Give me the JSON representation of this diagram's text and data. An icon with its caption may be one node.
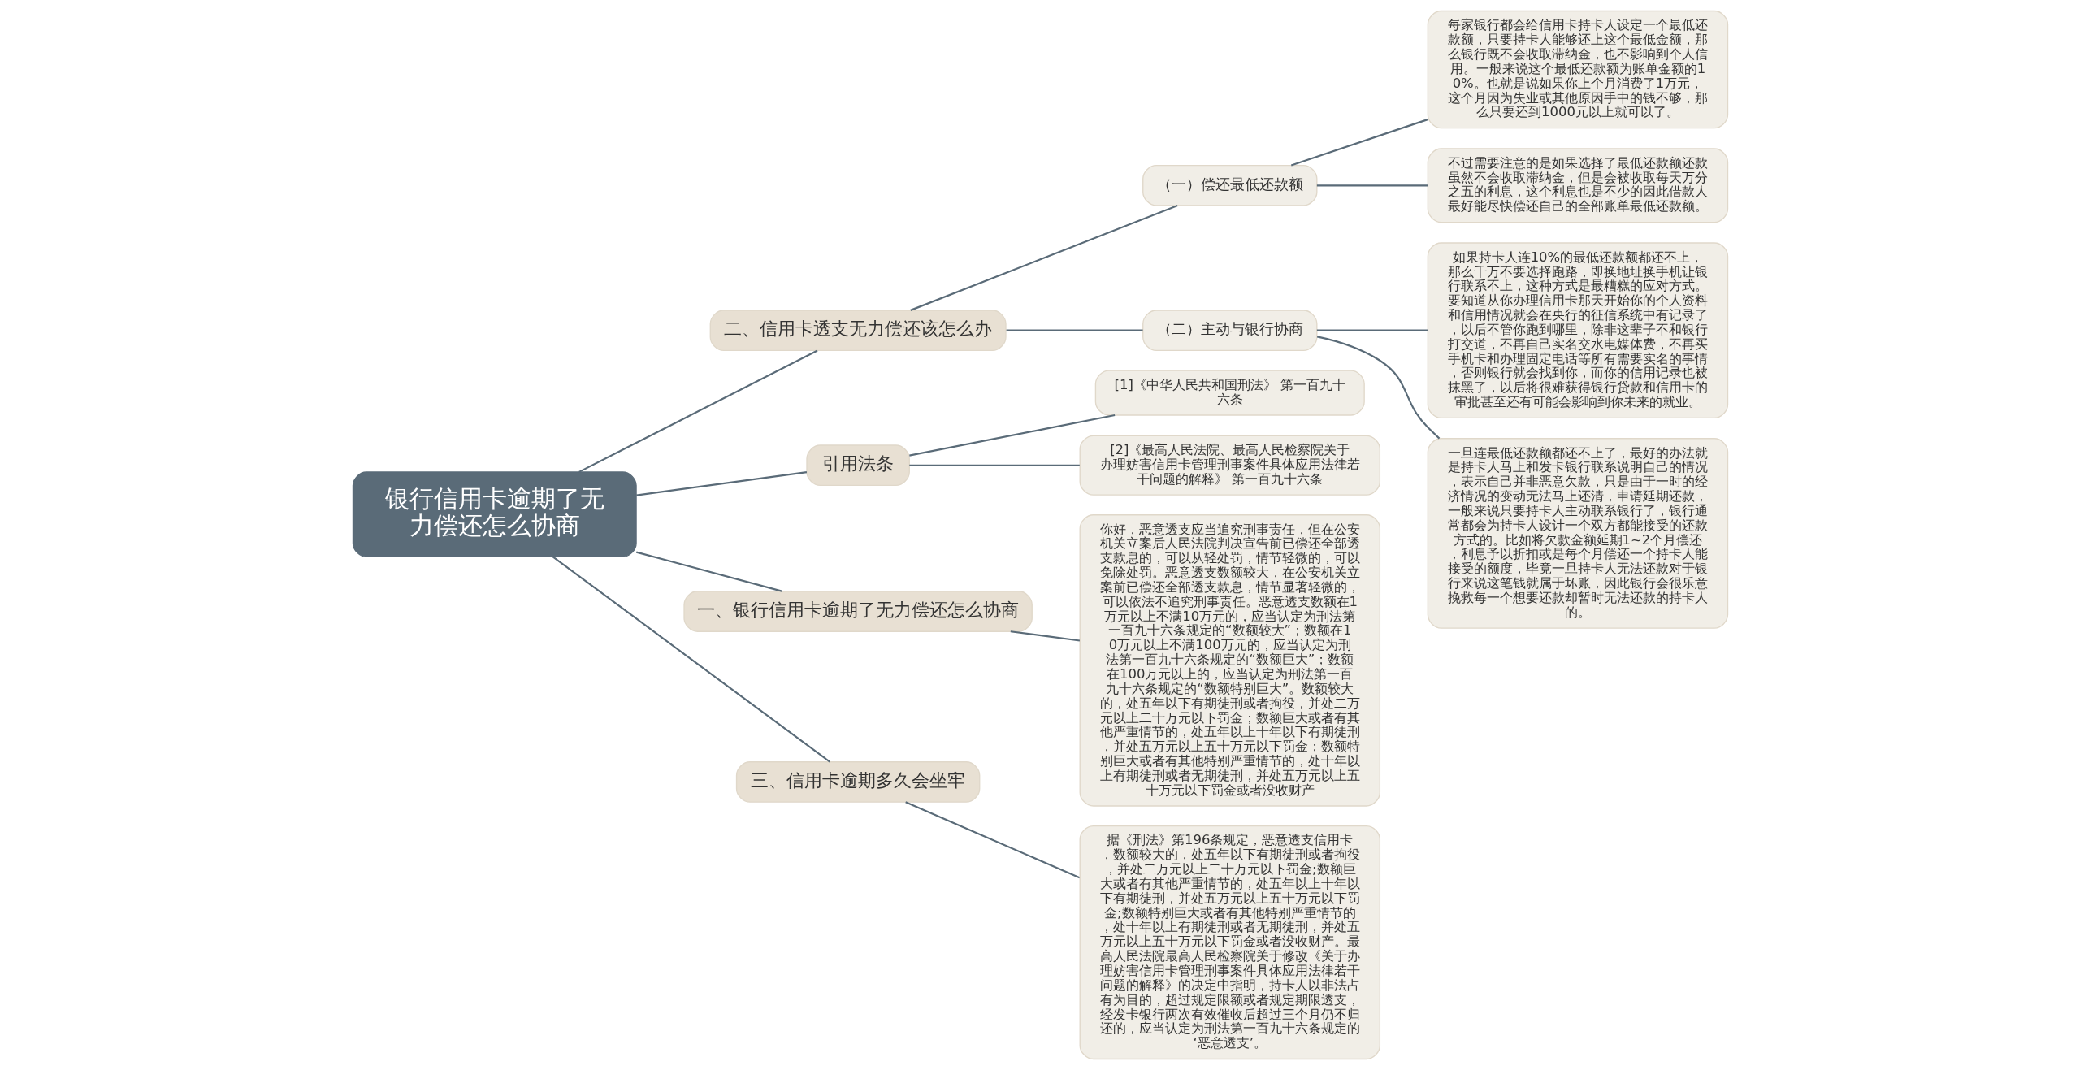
{
  "diagram": {
    "nodes": [
      {
        "text": [
          "银行信用卡逾期了无力偿还怎么协商"
        ]
      },
      {
        "text": [
          "二、信用卡透支无力偿还该怎么办"
        ]
      },
      {
        "text": [
          "（一）偿还最低还款额"
        ]
      },
      {
        "text": [
          "每家银行都会给信用卡持卡人设定一个最低还款额，只要持卡人能够还上这个最低金额，那么银行既不会收取滞纳金，也不影响到个人信用。一般来说这个最低还款额为账单金额的10%。也就是说如果你上个月消费了1万元，这个月因为失业或其他原因手中的钱不够，那么只要还到1000元以上就可以了。"
        ]
      },
      {
        "text": [
          "不过需要注意的是如果选择了最低还款额还款虽然不会收取滞纳金，但是会被收取每天万分之五的利息，这个利息也是不少的因此借款人最好能尽快偿还自己的全部账单最低还款额。"
        ]
      },
      {
        "text": [
          "（二）主动与银行协商"
        ]
      },
      {
        "text": [
          "如果持卡人连10%的最低还款额都还不上，那么千万不要选择跑路，即换地址换手机让银行联系不上，这种方式是最糟糕的应对方式。要知道从你办理信用卡那天开始你的个人资料和信用情况就会在央行的征信系统中有记录了，以后不管你跑到哪里，除非这辈子不和银行打交道，不再自己实名交水电媒体费，不再买手机卡和办理固定电话等所有需要实名的事情，否则银行就会找到你，而你的信用记录也被抹黑了，以后将很难获得银行贷款和信用卡的审批甚至还有可能会影响到你未来的就业。"
        ]
      },
      {
        "text": [
          "一旦连最低还款额都还不上了，最好的办法就是持卡人马上和发卡银行联系说明自己的情况，表示自己并非恶意欠款，只是由于一时的经济情况的变动无法马上还清，申请延期还款，一般来说只要持卡人主动联系银行了，银行通常都会为持卡人设计一个双方都能接受的还款方式的。比如将欠款金额延期1~2个月偿还，利息予以折扣或是每个月偿还一个持卡人能接受的额度，毕竟一旦持卡人无法还款对于银行来说这笔钱就属于坏账，因此银行会很乐意挽救每一个想要还款却暂时无法还款的持卡人的。"
        ]
      },
      {
        "text": [
          "引用法条"
        ]
      },
      {
        "text": [
          "[1]《中华人民共和国刑法》 第一百九十六条"
        ]
      },
      {
        "text": [
          "[2]《最高人民法院、最高人民检察院关于办理妨害信用卡管理刑事案件具体应用法律若干问题的解释》 第一百九十六条"
        ]
      },
      {
        "text": [
          "一、银行信用卡逾期了无力偿还怎么协商"
        ]
      },
      {
        "text": [
          "你好，恶意透支应当追究刑事责任，但在公安机关立案后人民法院判决宣告前已偿还全部透支款息的，可以从轻处罚，情节轻微的，可以免除处罚。恶意透支数额较大，在公安机关立案前已偿还全部透支款息，情节显著轻微的，可以依法不追究刑事责任。恶意透支数额在1万元以上不满10万元的，应当认定为刑法第一百九十六条规定的“数额较大”；数额在10万元以上不满100万元的，应当认定为刑法第一百九十六条规定的“数额巨大”；数额在100万元以上的，应当认定为刑法第一百九十六条规定的“数额特别巨大”。数额较大的，处五年以下有期徒刑或者拘役，并处二万元以上二十万元以下罚金；数额巨大或者有其他严重情节的，处五年以上十年以下有期徒刑，并处五万元以上五十万元以下罚金；数额特别巨大或者有其他特别严重情节的，处十年以上有期徒刑或者无期徒刑，并处五万元以上五十万元以下罚金或者没收财产"
        ]
      },
      {
        "text": [
          "三、信用卡逾期多久会坐牢"
        ]
      },
      {
        "text": [
          "据《刑法》第196条规定，恶意透支信用卡，数额较大的，处五年以下有期徒刑或者拘役，并处二万元以上二十万元以下罚金;数额巨大或者有其他严重情节的，处五年以上十年以下有期徒刑，并处五万元以上五十万元以下罚金;数额特别巨大或者有其他特别严重情节的，处十年以上有期徒刑或者无期徒刑，并处五万元以上五十万元以下罚金或者没收财产。最高人民法院最高人民检察院关于修改《关于办理妨害信用卡管理刑事案件具体应用法律若干问题的解释》的决定中指明，持卡人以非法占有为目的，超过规定限额或者规定期限透支，经发卡银行两次有效催收后超过三个月仍不归还的，应当认定为刑法第一百九十六条规定的‘恶意透支’。"
        ]
      }
    ],
    "edges": [
      {
        "from": 0,
        "to": 1,
        "arrow": "none"
      },
      {
        "from": 1,
        "to": 2,
        "arrow": "none"
      },
      {
        "from": 2,
        "to": 3,
        "arrow": "none"
      },
      {
        "from": 2,
        "to": 4,
        "arrow": "none"
      },
      {
        "from": 1,
        "to": 5,
        "arrow": "none"
      },
      {
        "from": 5,
        "to": 6,
        "arrow": "none"
      },
      {
        "from": 5,
        "to": 7,
        "arrow": "none"
      },
      {
        "from": 0,
        "to": 8,
        "arrow": "none"
      },
      {
        "from": 8,
        "to": 9,
        "arrow": "none"
      },
      {
        "from": 8,
        "to": 10,
        "arrow": "none"
      },
      {
        "from": 0,
        "to": 11,
        "arrow": "none"
      },
      {
        "from": 11,
        "to": 12,
        "arrow": "none"
      },
      {
        "from": 0,
        "to": 13,
        "arrow": "none"
      },
      {
        "from": 13,
        "to": 14,
        "arrow": "none"
      }
    ]
  }
}
